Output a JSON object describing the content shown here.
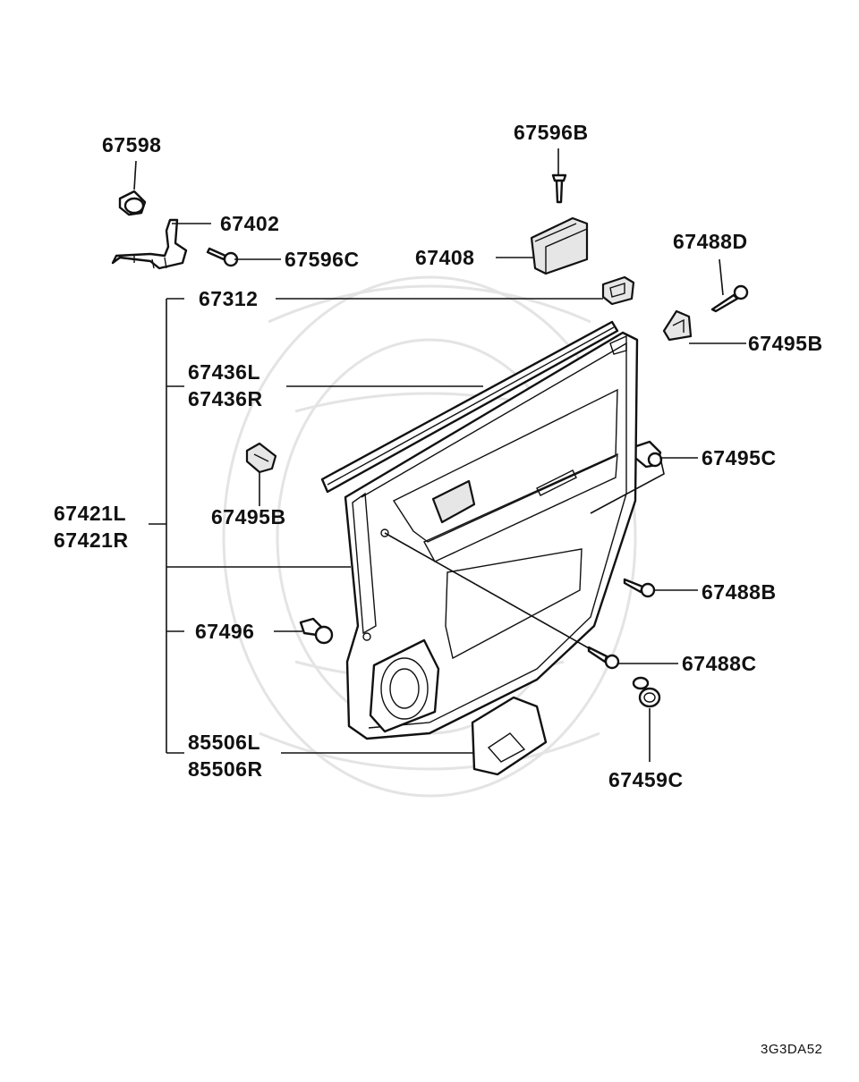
{
  "diagram": {
    "labels": {
      "p67598": "67598",
      "p67402": "67402",
      "p67596C": "67596C",
      "p67596B": "67596B",
      "p67408": "67408",
      "p67488D": "67488D",
      "p67312": "67312",
      "p67495B_right": "67495B",
      "p67436L": "67436L",
      "p67436R": "67436R",
      "p67495C": "67495C",
      "p67495B_left": "67495B",
      "p67421L": "67421L",
      "p67421R": "67421R",
      "p67488B": "67488B",
      "p67496": "67496",
      "p67488C": "67488C",
      "p85506L": "85506L",
      "p85506R": "85506R",
      "p67459C": "67459C"
    },
    "figure_code": "3G3DA52"
  }
}
